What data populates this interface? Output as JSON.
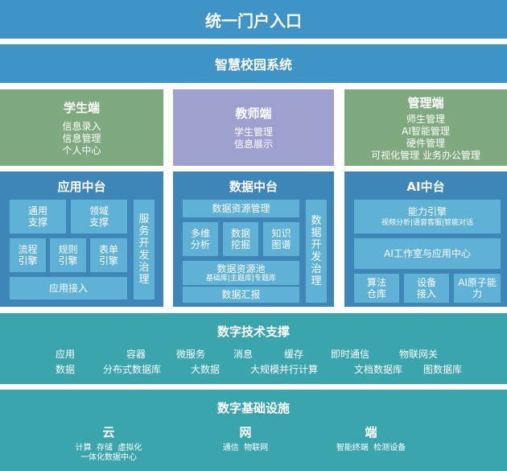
{
  "portal": {
    "title": "统一门户入口"
  },
  "system": {
    "title": "智慧校园系统"
  },
  "student": {
    "title": "学生端",
    "items": [
      "信息录入",
      "信息管理",
      "个人中心"
    ]
  },
  "teacher": {
    "title": "教师端",
    "items": [
      "学生管理",
      "信息展示"
    ]
  },
  "admin": {
    "title": "管理端",
    "items": [
      "师生管理",
      "AI智能管理",
      "硬件管理",
      "可视化管理 业务办公管理"
    ]
  },
  "app_center": {
    "title": "应用中台",
    "general_support": [
      "通用",
      "支撑"
    ],
    "domain_support": [
      "领域",
      "支撑"
    ],
    "flow_engine": [
      "流程",
      "引擎"
    ],
    "rule_engine": [
      "规则",
      "引擎"
    ],
    "form_engine": [
      "表单",
      "引擎"
    ],
    "app_access": "应用接入",
    "side": "服务开发治理"
  },
  "data_center": {
    "title": "数据中台",
    "resource_mgmt": "数据资源管理",
    "multi_analysis": [
      "多维",
      "分析"
    ],
    "data_mining": [
      "数据",
      "挖掘"
    ],
    "knowledge_graph": [
      "知识",
      "图谱"
    ],
    "resource_pool": "数据资源池",
    "resource_pool_sub": "基础库|主题库|专题库",
    "data_gather": "数据汇报",
    "side": "数据开发治理"
  },
  "ai_center": {
    "title": "AI中台",
    "capability": "能力引擎",
    "capability_sub": "视频分析|语音客服|智能对话",
    "workshop": "AI工作室与应用中心",
    "algo_store": [
      "算法",
      "仓库"
    ],
    "device_access": [
      "设备",
      "接入"
    ],
    "atomic": [
      "AI原子能",
      "力"
    ]
  },
  "tech": {
    "title": "数字技术支撑",
    "row1": [
      "应用",
      "容器",
      "微服务",
      "消息",
      "缓存",
      "即时通信",
      "物联网关"
    ],
    "row2": [
      "数据",
      "分布式数据库",
      "大数据",
      "大规模并行计算",
      "文档数据库",
      "图数据库"
    ]
  },
  "infra": {
    "title": "数字基础设施",
    "cloud": {
      "title": "云",
      "line1": "计算  存储  虚拟化",
      "line2": "一体化数据中心"
    },
    "network": {
      "title": "网",
      "line1": "通信  物联网"
    },
    "edge": {
      "title": "端",
      "line1": "智能终端  检测设备"
    }
  },
  "colors": {
    "portal": "#3e93c7",
    "system": "#3e93c7",
    "student": "#7fa97e",
    "teacher": "#9ea1cf",
    "admin": "#7fa97e",
    "middle": "#3f86b8",
    "cell": "#5fb1d6",
    "tech": "#3aa5ad",
    "infra": "#3aa5ad"
  }
}
